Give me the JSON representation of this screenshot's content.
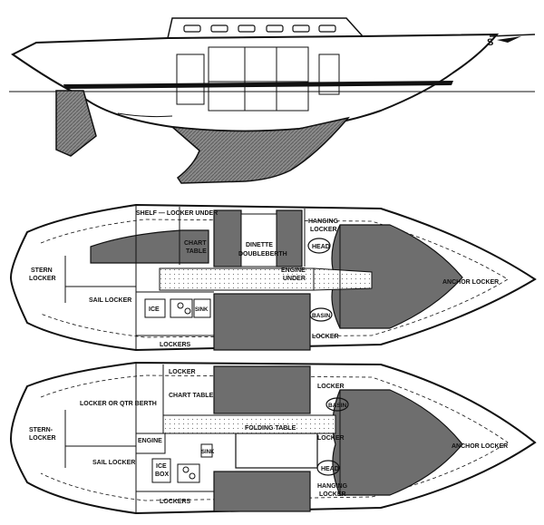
{
  "profile": {
    "bow_mark": "S"
  },
  "plan_a": {
    "shelf_locker_under": "SHELF — LOCKER UNDER",
    "chart_table": [
      "CHART",
      "TABLE"
    ],
    "dinette": [
      "DINETTE",
      "DOUBLEBERTH"
    ],
    "hanging_locker": [
      "HANGING",
      "LOCKER"
    ],
    "head": "HEAD",
    "engine_under": [
      "ENGINE",
      "UNDER"
    ],
    "stern_locker": [
      "STERN",
      "LOCKER"
    ],
    "anchor_locker": "ANCHOR LOCKER",
    "sail_locker": "SAIL LOCKER",
    "ice": "ICE",
    "sink": "SINK",
    "basin": "BASIN",
    "locker": "LOCKER",
    "lockers": "LOCKERS"
  },
  "plan_b": {
    "locker_top": "LOCKER",
    "chart_table": "CHART TABLE",
    "locker_right": "LOCKER",
    "locker_or_qtr_berth": "LOCKER OR QTR BERTH",
    "basin": "BASIN",
    "stern_locker": [
      "STERN-",
      "LOCKER"
    ],
    "folding_table": "FOLDING TABLE",
    "locker_mid": "LOCKER",
    "engine": "ENGINE",
    "sink": "SINK",
    "anchor_locker": "ANCHOR LOCKER",
    "sail_locker": "SAIL LOCKER",
    "ice_box": [
      "ICE",
      "BOX"
    ],
    "head": "HEAD",
    "hanging_locker": [
      "HANGING",
      "LOCKER"
    ],
    "lockers": "LOCKERS"
  }
}
